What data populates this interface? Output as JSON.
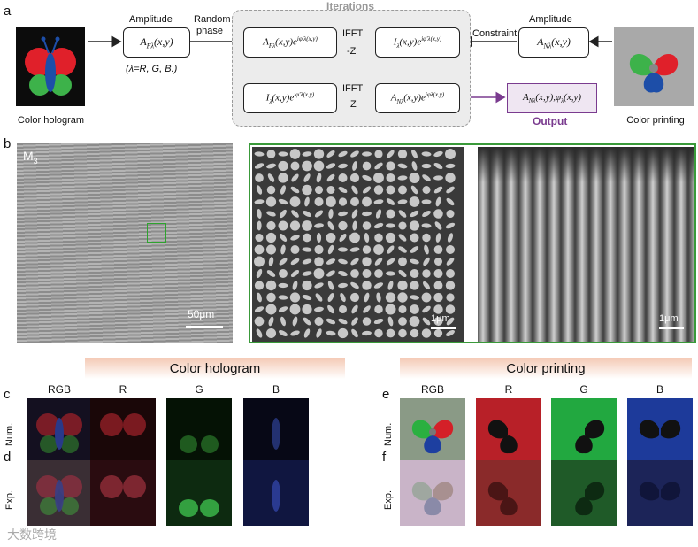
{
  "panel_a": {
    "letter": "a",
    "left_caption": "Color hologram",
    "right_caption": "Color printing",
    "amplitude_left": "Amplitude",
    "random_phase_1": "Random",
    "random_phase_2": "phase",
    "lambda_note": "(λ=R, G, B.)",
    "iterations": "Iterations",
    "ifft_minus_z_1": "IFFT",
    "ifft_minus_z_2": "-Z",
    "ifft_z_1": "IFFT",
    "ifft_z_2": "Z",
    "constraint": "Constraint",
    "amplitude_right": "Amplitude",
    "output": "Output",
    "eq_far": "A",
    "eq_far_sub": "Fλ",
    "eq_far_tail": "(x,y)",
    "eq_near": "A",
    "eq_near_sub": "Nλ",
    "eq_near_tail": "(x,y)",
    "box1_main": "A",
    "box1_sub": "Fλ",
    "box1_tail": "(x,y)e",
    "box1_exp": "iφ'λ(x,y)",
    "box2_main": "I",
    "box2_sub": "λ",
    "box2_tail": "(x,y)e",
    "box2_exp": "iφ'λ(x,y)",
    "box3_main": "A",
    "box3_sub": "Nλ",
    "box3_tail": "(x,y)e",
    "box3_exp": "iφλ(x,y)",
    "box4_main": "I",
    "box4_sub": "λ",
    "box4_tail": "(x,y)e",
    "box4_exp": "iφ'λ(x,y)",
    "output_main": "A",
    "output_sub": "Nλ",
    "output_tail": "(x,y),φ",
    "output_sub2": "λ",
    "output_tail2": "(x,y)"
  },
  "panel_b": {
    "letter": "b",
    "m3": "M",
    "m3_sub": "3",
    "scale_1": "50μm",
    "scale_2": "1μm",
    "scale_3": "1μm"
  },
  "holo": {
    "title": "Color hologram",
    "c": "c",
    "d": "d",
    "cols": [
      "RGB",
      "R",
      "G",
      "B"
    ],
    "num": "Num.",
    "exp": "Exp."
  },
  "print": {
    "title": "Color printing",
    "e": "e",
    "f": "f",
    "cols": [
      "RGB",
      "R",
      "G",
      "B"
    ],
    "num": "Num.",
    "exp": "Exp."
  },
  "watermark": "大数跨境",
  "colors": {
    "output_purple": "#7a3b8f",
    "green_frame": "#3a9a3a",
    "band": "#f4c9b4"
  }
}
